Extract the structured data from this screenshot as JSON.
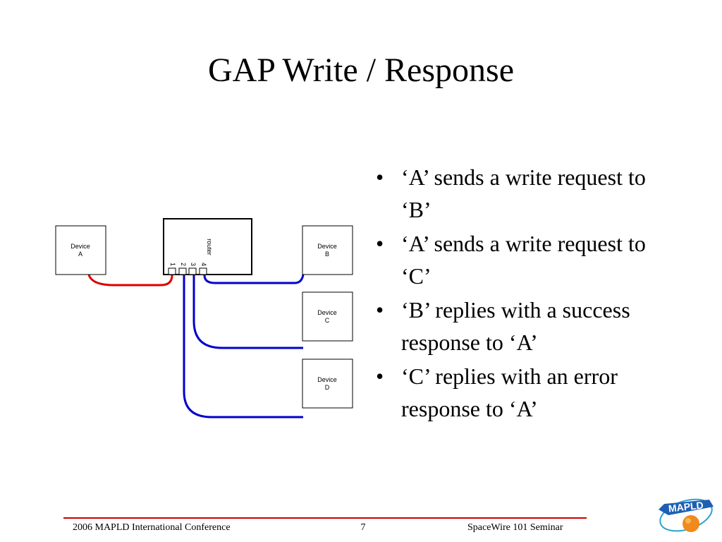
{
  "slide": {
    "title": "GAP Write / Response"
  },
  "diagram": {
    "router_label": "router",
    "ports": [
      "1",
      "2",
      "3",
      "4"
    ],
    "devices": [
      {
        "line1": "Device",
        "line2": "A"
      },
      {
        "line1": "Device",
        "line2": "B"
      },
      {
        "line1": "Device",
        "line2": "C"
      },
      {
        "line1": "Device",
        "line2": "D"
      }
    ],
    "colors": {
      "link_a": "#dd0000",
      "link_others": "#0000cc"
    }
  },
  "bullets": [
    "‘A’ sends a write request to ‘B’",
    "‘A’ sends a write request to ‘C’",
    "‘B’ replies with a success response to ‘A’",
    "‘C’ replies with an error response to ‘A’"
  ],
  "footer": {
    "left": "2006 MAPLD International Conference",
    "page": "7",
    "right": "SpaceWire 101 Seminar"
  },
  "logo": {
    "text": "MAPLD"
  }
}
